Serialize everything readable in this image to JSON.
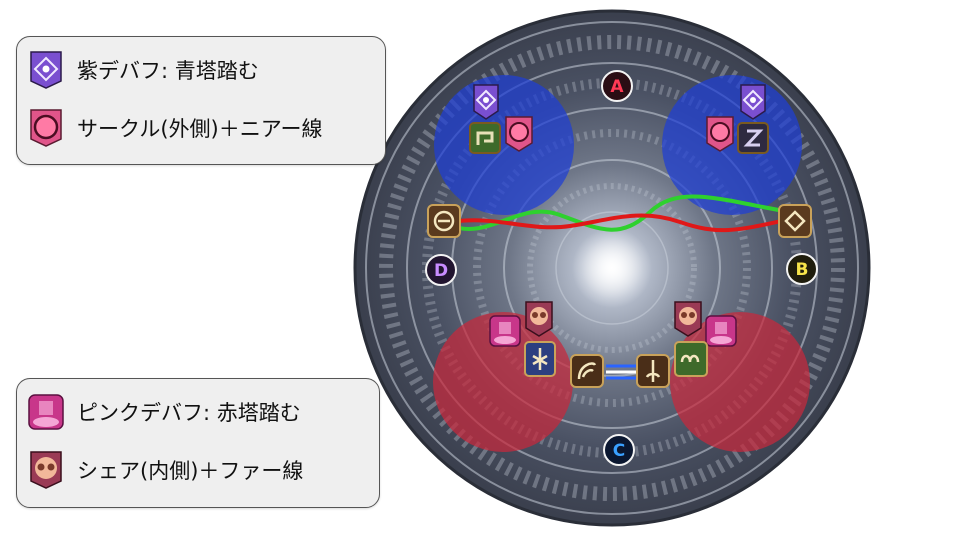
{
  "legend": {
    "top": [
      {
        "icon": "purple-debuff-icon",
        "label": "紫デバフ: 青塔踏む"
      },
      {
        "icon": "circle-debuff-icon",
        "label": "サークル(外側)＋ニアー線"
      }
    ],
    "bottom": [
      {
        "icon": "pink-debuff-icon",
        "label": "ピンクデバフ: 赤塔踏む"
      },
      {
        "icon": "share-debuff-icon",
        "label": "シェア(内側)＋ファー線"
      }
    ]
  },
  "waymarks": {
    "a": "A",
    "b": "B",
    "c": "C",
    "d": "D"
  },
  "colors": {
    "blue_tower": "#1f3fd6",
    "red_tower": "#c8283c",
    "green_tether": "#2ed12e",
    "red_tether": "#e01818",
    "purple_debuff": "#7a4fd0",
    "pink_debuff": "#d24aa0"
  }
}
